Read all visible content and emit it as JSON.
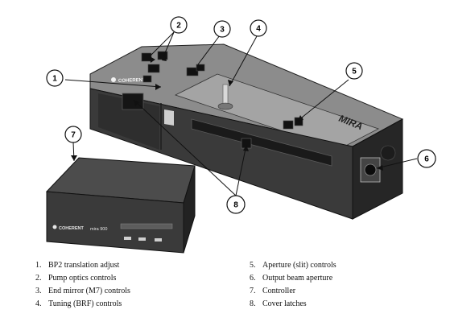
{
  "callouts": [
    "1",
    "2",
    "3",
    "4",
    "5",
    "6",
    "7",
    "8"
  ],
  "legend": [
    {
      "num": "1.",
      "text": "BP2 translation adjust"
    },
    {
      "num": "2.",
      "text": "Pump optics controls"
    },
    {
      "num": "3.",
      "text": "End mirror (M7) controls"
    },
    {
      "num": "4.",
      "text": "Tuning (BRF) controls"
    },
    {
      "num": "5.",
      "text": "Aperture (slit) controls"
    },
    {
      "num": "6.",
      "text": "Output beam aperture"
    },
    {
      "num": "7.",
      "text": "Controller"
    },
    {
      "num": "8.",
      "text": "Cover latches"
    }
  ],
  "labels": {
    "head_brand": "COHERENT",
    "head_model": "MIRA",
    "controller_brand": "COHERENT",
    "controller_model": "mira 900"
  },
  "colors": {
    "body_dark": "#2b2b2b",
    "body_mid": "#4a4a4a",
    "body_light": "#6e6e6e",
    "cover_top": "#9a9a9a"
  }
}
